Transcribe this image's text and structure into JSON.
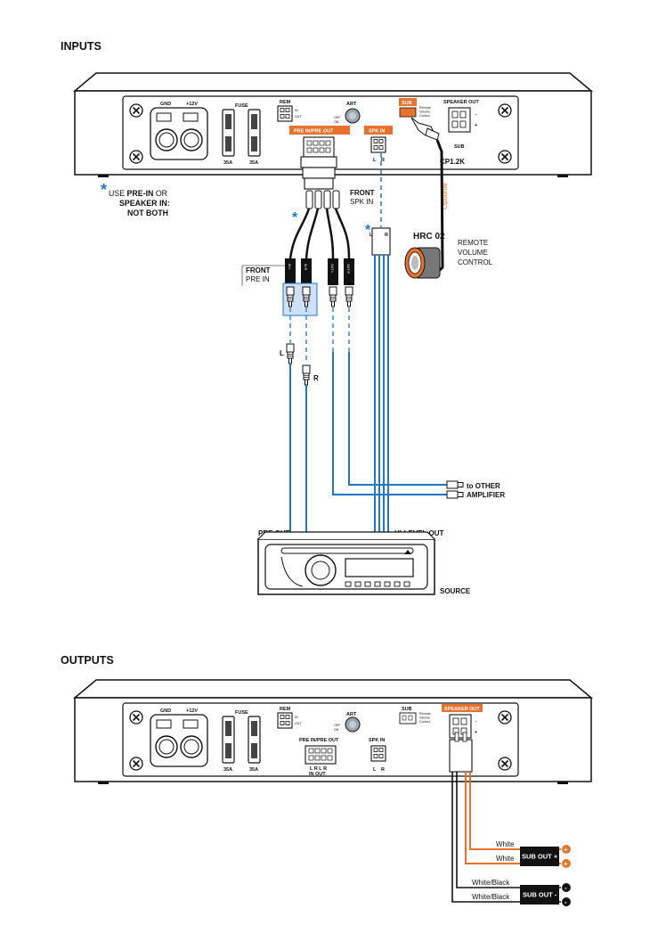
{
  "sections": {
    "inputs": "INPUTS",
    "outputs": "OUTPUTS"
  },
  "amp": {
    "gnd": "GND",
    "plus12v": "+12V",
    "fuse": "FUSE",
    "fuse1": "35A",
    "fuse2": "35A",
    "rem": "REM",
    "rem_in": "IN",
    "rem_out": "OUT",
    "art": "ART",
    "art_off": "OFF",
    "art_on": "ON",
    "sub": "SUB",
    "remote_text": [
      "Remote",
      "Volume",
      "Control"
    ],
    "speaker_out": "SPEAKER OUT",
    "pre_in_pre_out": "PRE IN/PRE OUT",
    "spk_in": "SPK IN",
    "spk_l": "L",
    "spk_r": "R",
    "pre_lr_top": "L  R  L  R",
    "pre_in_out": "IN     OUT",
    "sub_label": "SUB",
    "model": "CP1.2K",
    "plus": "+",
    "minus": "-"
  },
  "inputs": {
    "note_star": "*",
    "note_line1_a": "USE ",
    "note_line1_b": "PRE-IN",
    "note_line1_c": " OR",
    "note_line2": "SPEAKER IN:",
    "note_line3": "NOT BOTH",
    "front_spk": "FRONT",
    "spk_in": "SPK IN",
    "front_pre": "FRONT",
    "pre_in": "PRE IN",
    "in_l": "IN L",
    "in_r": "IN R",
    "out_l": "OUT L",
    "out_r": "OUT R",
    "l": "L",
    "r": "R",
    "plug_l": "L",
    "plug_r": "R",
    "optional": "Optional",
    "hrc": "HRC 02",
    "remote": [
      "REMOTE",
      "VOLUME",
      "CONTROL"
    ],
    "to_other": "to OTHER",
    "amplifier": "AMPLIFIER",
    "pre_out": "PRE OUT",
    "hi_level_out": "HI-LEVEL OUT",
    "source": "SOURCE"
  },
  "outputs": {
    "wire1": "White",
    "wire2": "White",
    "wire3": "White/Black",
    "wire4": "White/Black",
    "sub_out_plus": "SUB OUT +",
    "sub_out_minus": "SUB OUT -",
    "plus": "+",
    "minus": "-"
  },
  "colors": {
    "orange": "#e8722b",
    "blue": "#1e76c8",
    "lightblue": "#cfe0f4",
    "black": "#111111"
  }
}
